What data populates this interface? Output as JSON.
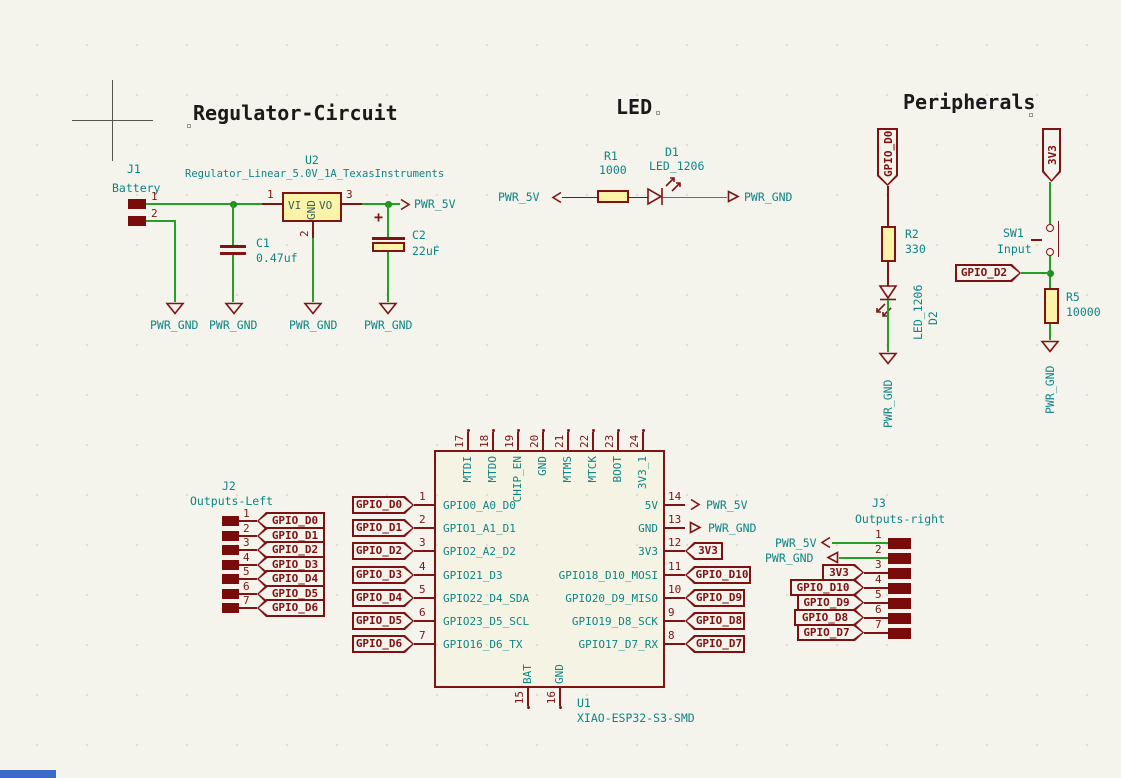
{
  "titles": {
    "regulator": "Regulator-Circuit",
    "led": "LED",
    "peripherals": "Peripherals"
  },
  "nets": {
    "pwr_5v": "PWR_5V",
    "pwr_gnd": "PWR_GND",
    "v3": "3V3"
  },
  "regulator": {
    "j1": {
      "ref": "J1",
      "value": "Battery",
      "pin1": "1",
      "pin2": "2"
    },
    "u2": {
      "ref": "U2",
      "value": "Regulator_Linear_5.0V_1A_TexasInstruments",
      "vi": "VI",
      "gnd": "GND",
      "vo": "VO",
      "n1": "1",
      "n2": "2",
      "n3": "3"
    },
    "c1": {
      "ref": "C1",
      "value": "0.47uf"
    },
    "c2": {
      "ref": "C2",
      "value": "22uF",
      "polarity": "+"
    }
  },
  "led": {
    "r1": {
      "ref": "R1",
      "value": "1000"
    },
    "d1": {
      "ref": "D1",
      "value": "LED_1206"
    }
  },
  "peripherals": {
    "gpio_d0": "GPIO_D0",
    "gpio_d2": "GPIO_D2",
    "r2": {
      "ref": "R2",
      "value": "330"
    },
    "d2": {
      "ref": "D2",
      "value": "LED_1206"
    },
    "sw1": {
      "ref": "SW1",
      "value": "Input"
    },
    "r5": {
      "ref": "R5",
      "value": "10000"
    }
  },
  "u1": {
    "ref": "U1",
    "value": "XIAO-ESP32-S3-SMD",
    "top_pins": [
      {
        "num": "17",
        "name": "MTDI"
      },
      {
        "num": "18",
        "name": "MTDO"
      },
      {
        "num": "19",
        "name": "CHIP_EN"
      },
      {
        "num": "20",
        "name": "GND"
      },
      {
        "num": "21",
        "name": "MTMS"
      },
      {
        "num": "22",
        "name": "MTCK"
      },
      {
        "num": "23",
        "name": "BOOT"
      },
      {
        "num": "24",
        "name": "3V3_1"
      }
    ],
    "left_pins": [
      {
        "num": "1",
        "name": "GPIO0_A0_D0",
        "label": "GPIO_D0"
      },
      {
        "num": "2",
        "name": "GPIO1_A1_D1",
        "label": "GPIO_D1"
      },
      {
        "num": "3",
        "name": "GPIO2_A2_D2",
        "label": "GPIO_D2"
      },
      {
        "num": "4",
        "name": "GPIO21_D3",
        "label": "GPIO_D3"
      },
      {
        "num": "5",
        "name": "GPIO22_D4_SDA",
        "label": "GPIO_D4"
      },
      {
        "num": "6",
        "name": "GPIO23_D5_SCL",
        "label": "GPIO_D5"
      },
      {
        "num": "7",
        "name": "GPIO16_D6_TX",
        "label": "GPIO_D6"
      }
    ],
    "right_pins": [
      {
        "num": "14",
        "name": "5V",
        "label": "PWR_5V"
      },
      {
        "num": "13",
        "name": "GND",
        "label": "PWR_GND"
      },
      {
        "num": "12",
        "name": "3V3",
        "label": "3V3"
      },
      {
        "num": "11",
        "name": "GPIO18_D10_MOSI",
        "label": "GPIO_D10"
      },
      {
        "num": "10",
        "name": "GPIO20_D9_MISO",
        "label": "GPIO_D9"
      },
      {
        "num": "9",
        "name": "GPIO19_D8_SCK",
        "label": "GPIO_D8"
      },
      {
        "num": "8",
        "name": "GPIO17_D7_RX",
        "label": "GPIO_D7"
      }
    ],
    "bottom_pins": [
      {
        "num": "15",
        "name": "BAT"
      },
      {
        "num": "16",
        "name": "GND"
      }
    ]
  },
  "j2": {
    "ref": "J2",
    "value": "Outputs-Left",
    "pins": [
      {
        "num": "1",
        "label": "GPIO_D0"
      },
      {
        "num": "2",
        "label": "GPIO_D1"
      },
      {
        "num": "3",
        "label": "GPIO_D2"
      },
      {
        "num": "4",
        "label": "GPIO_D3"
      },
      {
        "num": "5",
        "label": "GPIO_D4"
      },
      {
        "num": "6",
        "label": "GPIO_D5"
      },
      {
        "num": "7",
        "label": "GPIO_D6"
      }
    ]
  },
  "j3": {
    "ref": "J3",
    "value": "Outputs-right",
    "pins": [
      {
        "num": "1",
        "label": "PWR_5V"
      },
      {
        "num": "2",
        "label": "PWR_GND"
      },
      {
        "num": "3",
        "label": "3V3"
      },
      {
        "num": "4",
        "label": "GPIO_D10"
      },
      {
        "num": "5",
        "label": "GPIO_D9"
      },
      {
        "num": "6",
        "label": "GPIO_D8"
      },
      {
        "num": "7",
        "label": "GPIO_D7"
      }
    ]
  },
  "colors": {
    "wire": "#25A025",
    "symbol": "#7E1414",
    "fill": "#FBF3A8",
    "text": "#0E8585",
    "background": "#F4F3EC",
    "title": "#1A1A1A"
  }
}
